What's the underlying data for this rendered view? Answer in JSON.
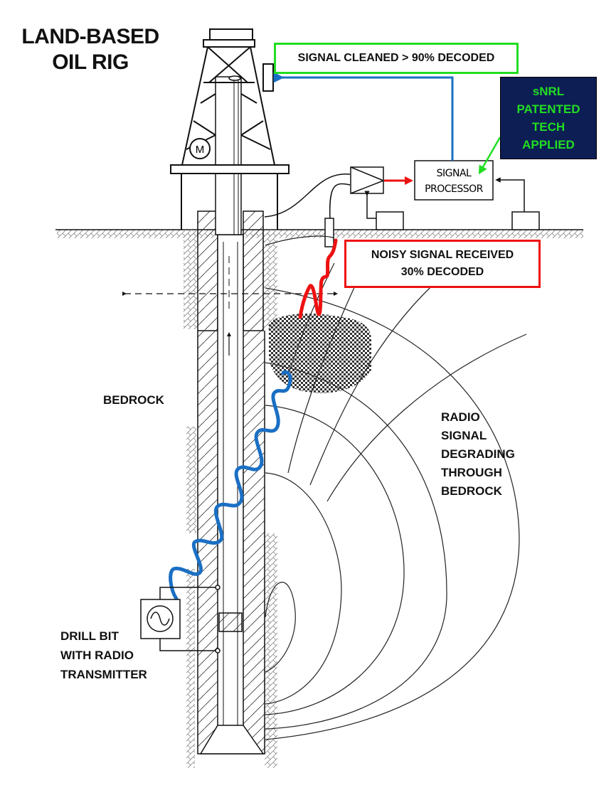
{
  "title": {
    "line1": "LAND-BASED",
    "line2": "OIL RIG"
  },
  "callouts": {
    "signal_cleaned": "SIGNAL CLEANED > 90% DECODED",
    "noisy_signal_line1": "NOISY SIGNAL RECEIVED",
    "noisy_signal_line2": "30% DECODED",
    "snrl_lines": [
      "sNRL",
      "PATENTED",
      "TECH",
      "APPLIED"
    ]
  },
  "labels": {
    "bedrock": "BEDROCK",
    "radio_lines": [
      "RADIO",
      "SIGNAL",
      "DEGRADING",
      "THROUGH",
      "BEDROCK"
    ],
    "drill_lines": [
      "DRILL BIT",
      "WITH RADIO",
      "TRANSMITTER"
    ],
    "signal_processor_line1": "SIGNAL",
    "signal_processor_line2": "PROCESSOR",
    "motor": "M"
  },
  "colors": {
    "clean_signal": "#1a6fc4",
    "noisy_signal": "#ee1111",
    "accent_green": "#22dd22",
    "navy": "#0d1e55"
  }
}
